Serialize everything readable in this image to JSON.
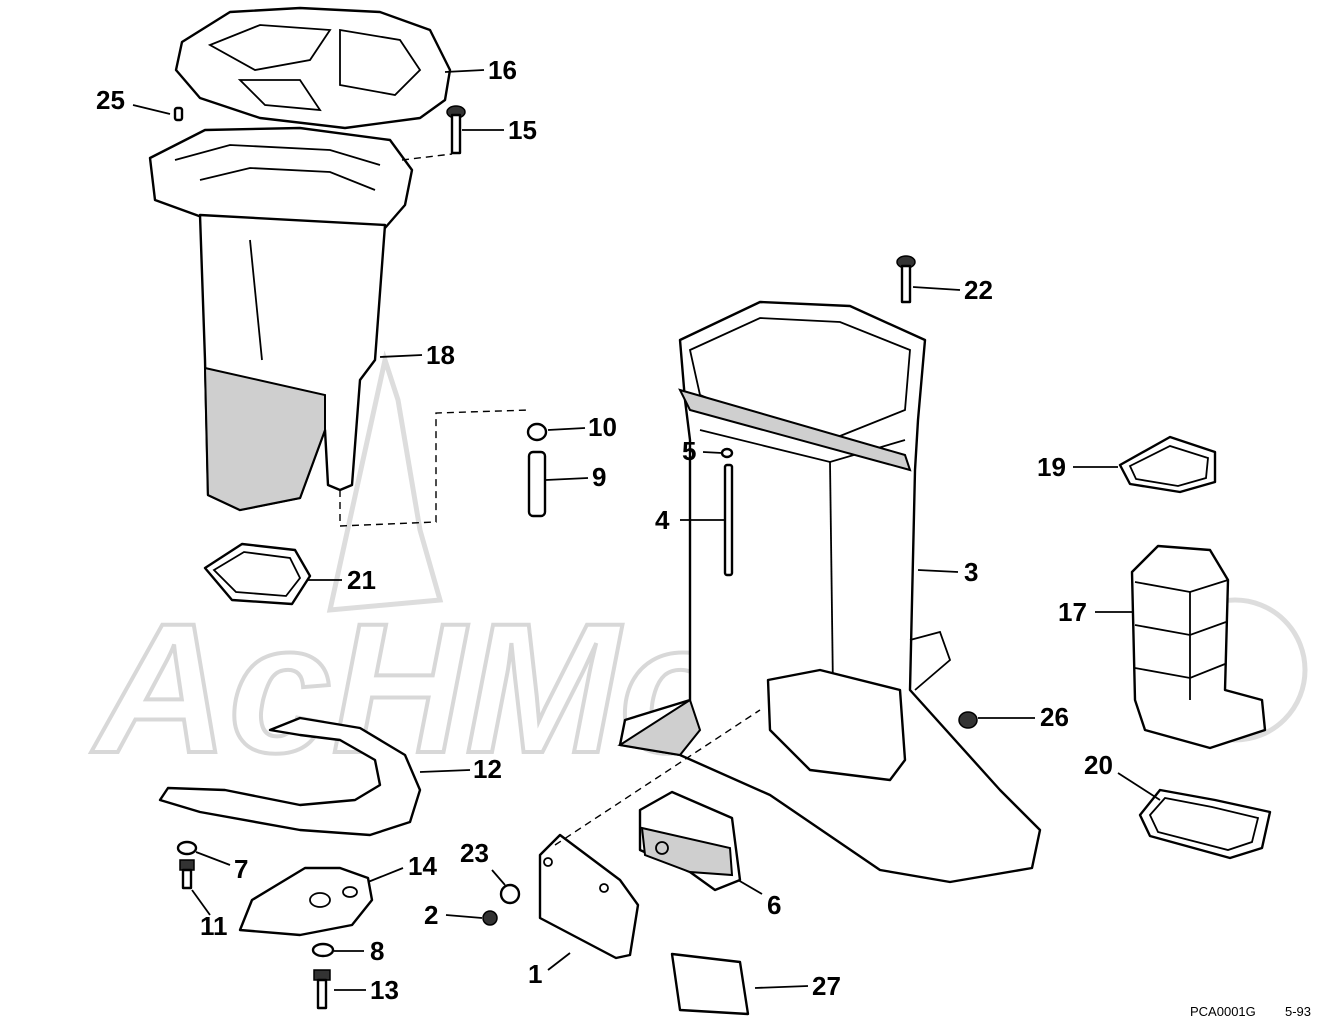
{
  "diagram": {
    "watermark": "AcHMoto",
    "footer": {
      "code": "PCA0001G",
      "date": "5-93"
    },
    "callouts": [
      {
        "id": "16",
        "label": "16"
      },
      {
        "id": "25",
        "label": "25"
      },
      {
        "id": "15",
        "label": "15"
      },
      {
        "id": "18",
        "label": "18"
      },
      {
        "id": "10",
        "label": "10"
      },
      {
        "id": "9",
        "label": "9"
      },
      {
        "id": "21",
        "label": "21"
      },
      {
        "id": "22",
        "label": "22"
      },
      {
        "id": "5",
        "label": "5"
      },
      {
        "id": "4",
        "label": "4"
      },
      {
        "id": "3",
        "label": "3"
      },
      {
        "id": "19",
        "label": "19"
      },
      {
        "id": "17",
        "label": "17"
      },
      {
        "id": "26",
        "label": "26"
      },
      {
        "id": "20",
        "label": "20"
      },
      {
        "id": "12",
        "label": "12"
      },
      {
        "id": "7",
        "label": "7"
      },
      {
        "id": "14",
        "label": "14"
      },
      {
        "id": "23",
        "label": "23"
      },
      {
        "id": "11",
        "label": "11"
      },
      {
        "id": "2",
        "label": "2"
      },
      {
        "id": "6",
        "label": "6"
      },
      {
        "id": "8",
        "label": "8"
      },
      {
        "id": "1",
        "label": "1"
      },
      {
        "id": "13",
        "label": "13"
      },
      {
        "id": "27",
        "label": "27"
      }
    ]
  }
}
